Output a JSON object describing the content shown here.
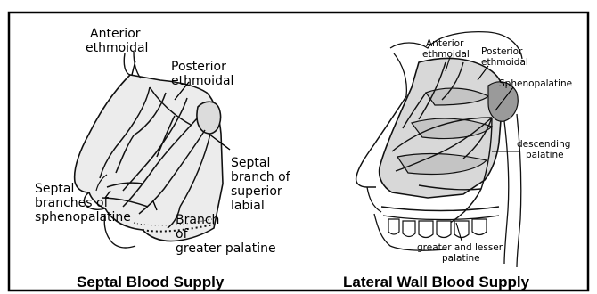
{
  "left_panel": {
    "labels": {
      "anterior_ethmoidal_1": "Anterior",
      "anterior_ethmoidal_2": "ethmoidal",
      "posterior_ethmoidal_1": "Posterior",
      "posterior_ethmoidal_2": "ethmoidal",
      "septal_branch_1": "Septal",
      "septal_branch_2": "branch of",
      "septal_branch_3": "superior",
      "septal_branch_4": "labial",
      "septal_branches_1": "Septal",
      "septal_branches_2": "branches of",
      "septal_branches_3": "sphenopalatine",
      "greater_palatine_1": "Branch",
      "greater_palatine_2": "of",
      "greater_palatine_3": "greater palatine"
    },
    "caption": "Septal Blood Supply"
  },
  "right_panel": {
    "labels": {
      "anterior_ethmoidal_1": "Anterior",
      "anterior_ethmoidal_2": "ethmoidal",
      "posterior_ethmoidal_1": "Posterior",
      "posterior_ethmoidal_2": "ethmoidal",
      "sphenopalatine": "Sphenopalatine",
      "descending_palatine_1": "descending",
      "descending_palatine_2": "palatine",
      "greater_lesser_palatine_1": "greater and lesser",
      "greater_lesser_palatine_2": "palatine"
    },
    "caption": "Lateral Wall Blood Supply"
  }
}
